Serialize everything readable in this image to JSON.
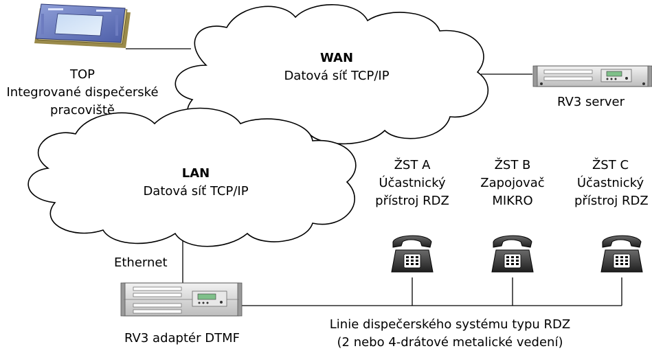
{
  "top_terminal": {
    "name": "TOP",
    "line1": "Integrované dispečerské",
    "line2": "pracoviště"
  },
  "wan": {
    "title": "WAN",
    "subtitle": "Datová síť TCP/IP"
  },
  "lan": {
    "title": "LAN",
    "subtitle": "Datová síť TCP/IP"
  },
  "rv3_server": {
    "label": "RV3 server"
  },
  "rv3_adapter": {
    "label": "RV3 adaptér DTMF"
  },
  "ethernet": {
    "label": "Ethernet"
  },
  "stations": [
    {
      "name": "ŽST A",
      "line1": "Účastnický",
      "line2": "přístroj RDZ"
    },
    {
      "name": "ŽST B",
      "line1": "Zapojovač",
      "line2": "MIKRO"
    },
    {
      "name": "ŽST C",
      "line1": "Účastnický",
      "line2": "přístroj RDZ"
    }
  ],
  "bus_line": {
    "line1": "Linie dispečerského systému typu RDZ",
    "line2": "(2 nebo 4-drátové metalické vedení)"
  }
}
